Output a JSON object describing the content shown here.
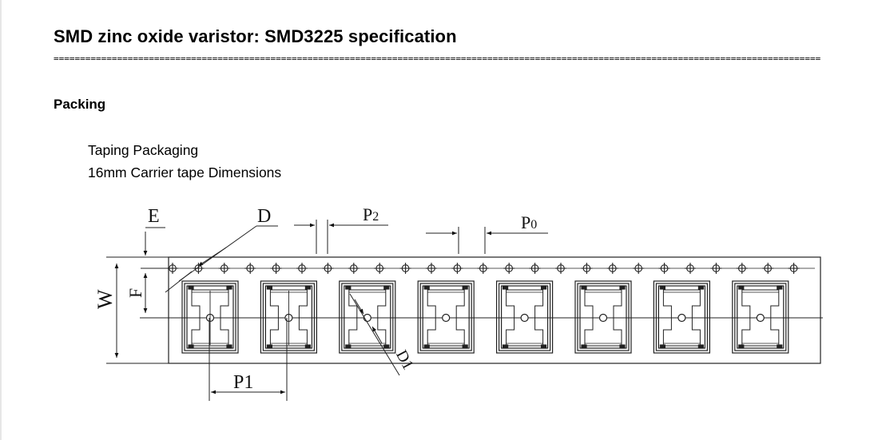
{
  "document": {
    "title": "SMD zinc oxide varistor: SMD3225 specification",
    "separator": "=================================================================================================================================================",
    "section_heading": "Packing",
    "caption_line1": "Taping Packaging",
    "caption_line2": "16mm Carrier tape Dimensions"
  },
  "diagram": {
    "labels": {
      "E": "E",
      "D": "D",
      "P2": "P2",
      "P0": "P0",
      "W": "W",
      "F": "F",
      "P1": "P1",
      "D1": "D1"
    },
    "pocket_count": 8,
    "sprocket_hole_count": 25,
    "colors": {
      "stroke": "#222222",
      "background": "#ffffff"
    }
  }
}
